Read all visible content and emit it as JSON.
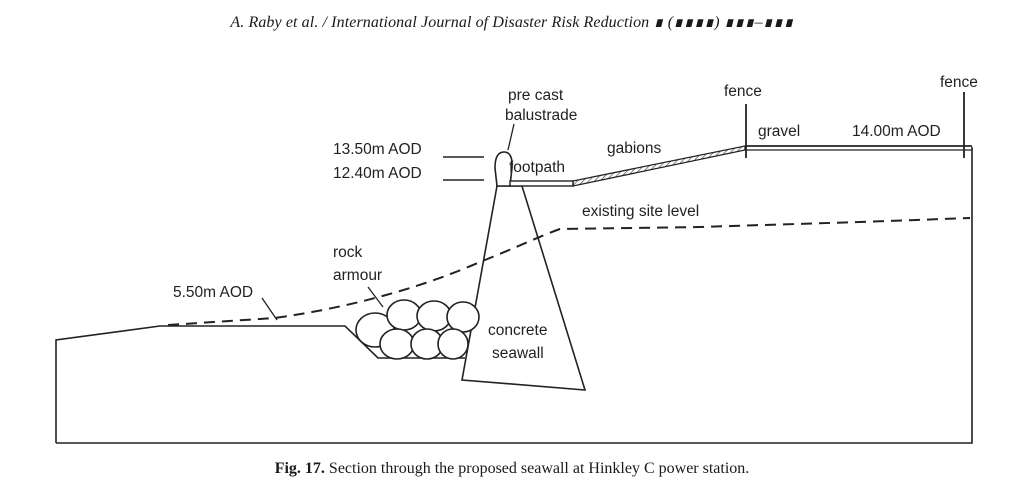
{
  "header": {
    "text": "A. Raby et al. / International Journal of Disaster Risk Reduction ∎ (∎∎∎∎) ∎∎∎–∎∎∎"
  },
  "figure": {
    "labels": {
      "pre_cast": "pre cast",
      "balustrade": "balustrade",
      "fence_left": "fence",
      "fence_right": "fence",
      "level_13_50": "13.50m AOD",
      "level_12_40": "12.40m AOD",
      "footpath": "footpath",
      "gabions": "gabions",
      "gravel": "gravel",
      "level_14_00": "14.00m AOD",
      "existing_site_level": "existing site level",
      "rock": "rock",
      "armour": "armour",
      "level_5_50": "5.50m AOD",
      "concrete": "concrete",
      "seawall": "seawall"
    }
  },
  "caption": {
    "label": "Fig. 17.",
    "text": " Section through the proposed seawall at Hinkley C power station."
  }
}
